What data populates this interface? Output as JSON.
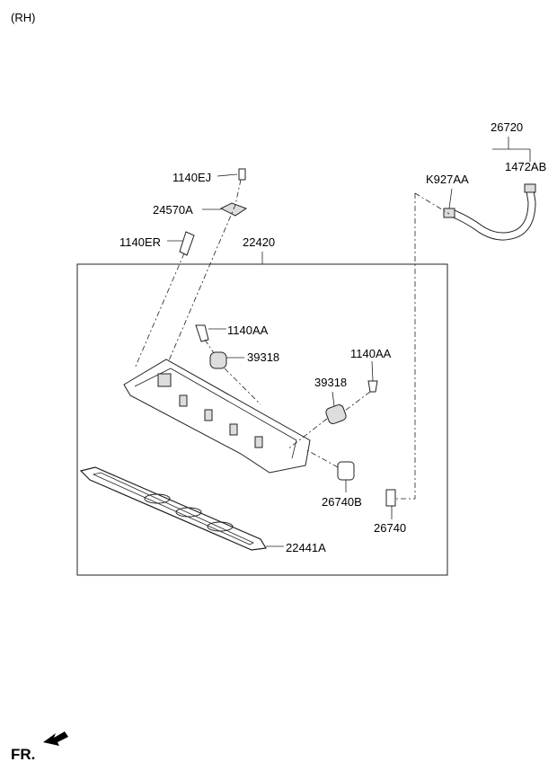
{
  "header": {
    "side_label": "(RH)"
  },
  "labels": {
    "hose_assembly": "26720",
    "hose_clamp_right": "1472AB",
    "hose_clamp_left": "K927AA",
    "bolt_top": "1140EJ",
    "bracket": "24570A",
    "bolt_long": "1140ER",
    "cover_assembly": "22420",
    "bolt_mid_left": "1140AA",
    "sensor_left": "39318",
    "bolt_mid_right": "1140AA",
    "sensor_right": "39318",
    "grommet": "26740B",
    "pcv_valve": "26740",
    "gasket": "22441A"
  },
  "footer": {
    "direction_label": "FR."
  }
}
